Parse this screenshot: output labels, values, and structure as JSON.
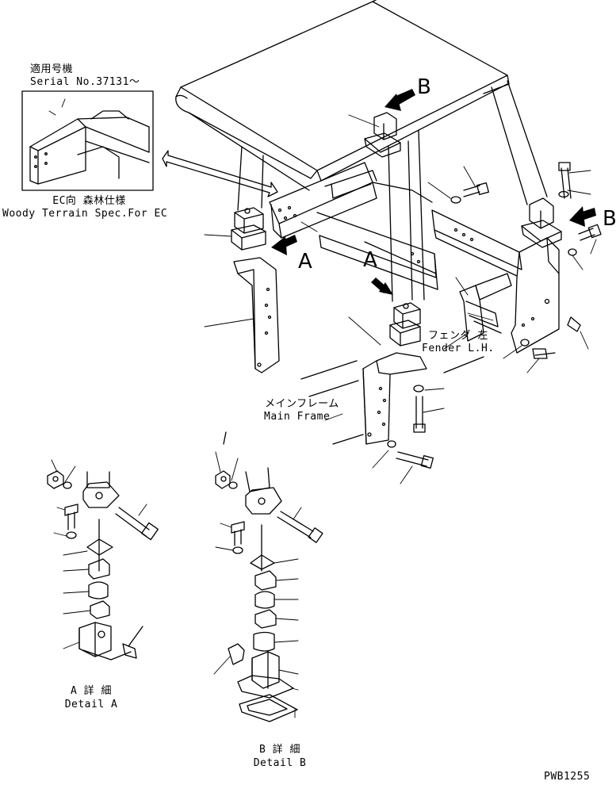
{
  "serial_note": {
    "jp": "適用号機",
    "en": "Serial No.37131～"
  },
  "ec_spec": {
    "jp": "EC向 森林仕様",
    "en": "Woody Terrain Spec.For EC"
  },
  "fender": {
    "jp": "フェンダ 左",
    "en": "Fender L.H."
  },
  "main_frame": {
    "jp": "メインフレーム",
    "en": "Main Frame"
  },
  "detail_a": {
    "jp": "A 詳 細",
    "en": "Detail A"
  },
  "detail_b": {
    "jp": "B 詳 細",
    "en": "Detail B"
  },
  "view_marks": {
    "a1": "A",
    "a2": "A",
    "b1": "B",
    "b2": "B"
  },
  "drawing_code": "PWB1255"
}
